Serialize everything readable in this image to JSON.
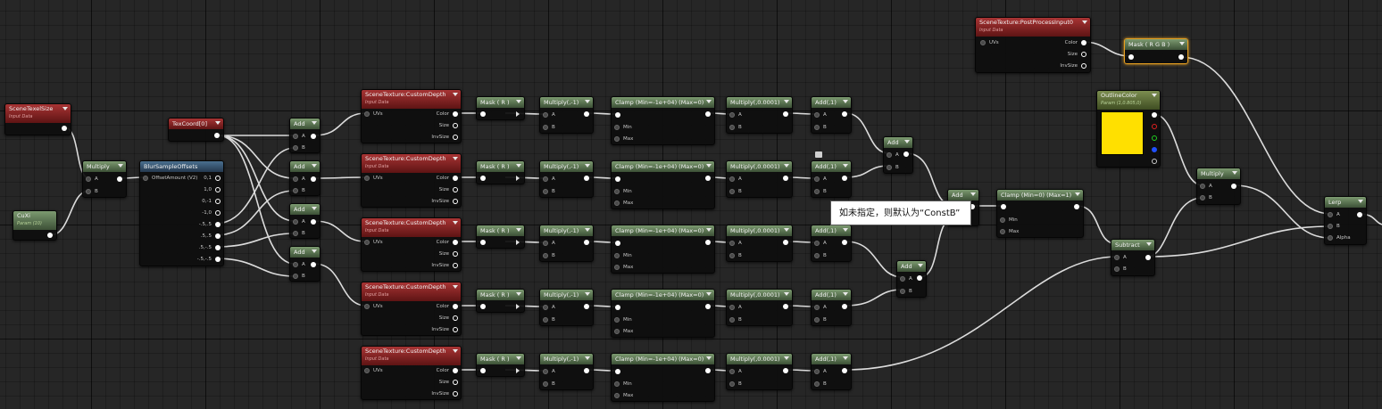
{
  "tooltip_text": "如未指定，则默认为“ConstB”",
  "nodes": {
    "scene_texel_size": {
      "title": "SceneTexelSize",
      "subtitle": "Input Data"
    },
    "cuxi": {
      "title": "CuXi",
      "subtitle": "Param (10)"
    },
    "multiply_main": {
      "title": "Multiply",
      "pin_a": "A",
      "pin_b": "B"
    },
    "blur_sample_offsets": {
      "title": "BlurSampleOffsets",
      "input_label": "OffsetAmount (V2)",
      "outputs": [
        "0,1",
        "1,0",
        "0,-1",
        "-1,0",
        "-.5,.5",
        ".5,.5",
        ".5,-.5",
        "-.5,-.5"
      ]
    },
    "texcoord": {
      "title": "TexCoord[0]"
    },
    "add_label": "Add",
    "scene_texture_custom_depth": {
      "title": "SceneTexture:CustomDepth",
      "subtitle": "Input Data",
      "uvs": "UVs",
      "color": "Color",
      "size": "Size",
      "invsize": "InvSize"
    },
    "mask_r": {
      "title": "Mask ( R )"
    },
    "multiply_neg1": {
      "title": "Multiply(,-1)",
      "pin_a": "A",
      "pin_b": "B"
    },
    "clamp_big": {
      "title": "Clamp (Min=-1e+04) (Max=0)",
      "pin_a": "A",
      "pin_min": "Min",
      "pin_max": "Max"
    },
    "multiply_small": {
      "title": "Multiply(,0.0001)",
      "pin_a": "A",
      "pin_b": "B"
    },
    "add_one": {
      "title": "Add(,1)",
      "pin_a": "A",
      "pin_b": "B"
    },
    "add_pins": {
      "a": "A",
      "b": "B"
    },
    "clamp_01": {
      "title": "Clamp (Min=0) (Max=1)",
      "pin_min": "Min",
      "pin_max": "Max"
    },
    "subtract": {
      "title": "Subtract",
      "pin_a": "A",
      "pin_b": "B"
    },
    "multiply_right": {
      "title": "Multiply",
      "pin_a": "A",
      "pin_b": "B"
    },
    "lerp": {
      "title": "Lerp",
      "pin_a": "A",
      "pin_b": "B",
      "pin_alpha": "Alpha"
    },
    "post_process": {
      "title": "SceneTexture:PostProcessInput0",
      "subtitle": "Input Data",
      "uvs": "UVs",
      "color": "Color",
      "size": "Size",
      "invsize": "InvSize"
    },
    "mask_rgb": {
      "title": "Mask ( R G B )"
    },
    "outline_color": {
      "title": "OutlineColor",
      "subtitle": "Param (1,0.805,0)"
    }
  },
  "colors": {
    "background": "#262626",
    "outline_color_swatch": "#ffe000",
    "selected_border": "#e8a020",
    "header_red": "#8a2424",
    "header_green": "#5e7a56",
    "header_blue": "#3a5a78"
  }
}
